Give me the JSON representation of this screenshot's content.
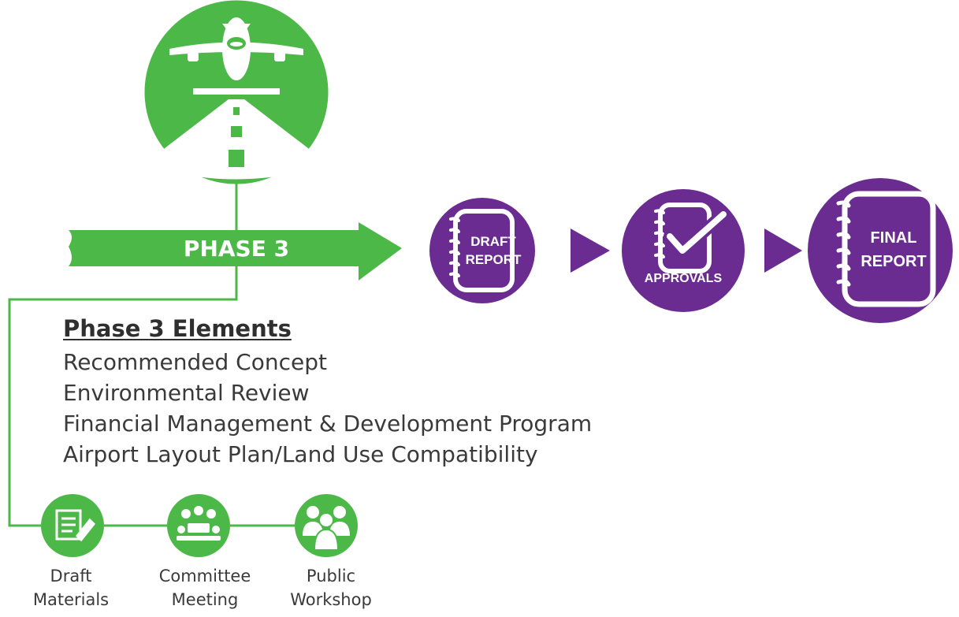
{
  "colors": {
    "green": "#4cb848",
    "purple": "#6a2c91",
    "text": "#3a3a3a"
  },
  "phase": {
    "label": "PHASE 3"
  },
  "elements": {
    "title": "Phase 3 Elements",
    "items": [
      "Recommended Concept",
      "Environmental Review",
      "Financial Management & Development Program",
      "Airport Layout Plan/Land Use Compatibility"
    ]
  },
  "reports": {
    "draft": {
      "line1": "DRAFT",
      "line2": "REPORT",
      "icon": "notebook-icon"
    },
    "approvals": {
      "label": "APPROVALS",
      "icon": "notebook-checkmark-icon"
    },
    "final": {
      "line1": "FINAL",
      "line2": "REPORT",
      "icon": "notebook-icon"
    }
  },
  "engagement": [
    {
      "line1": "Draft",
      "line2": "Materials",
      "icon": "document-pencil-icon"
    },
    {
      "line1": "Committee",
      "line2": "Meeting",
      "icon": "meeting-table-icon"
    },
    {
      "line1": "Public",
      "line2": "Workshop",
      "icon": "group-people-icon"
    }
  ]
}
